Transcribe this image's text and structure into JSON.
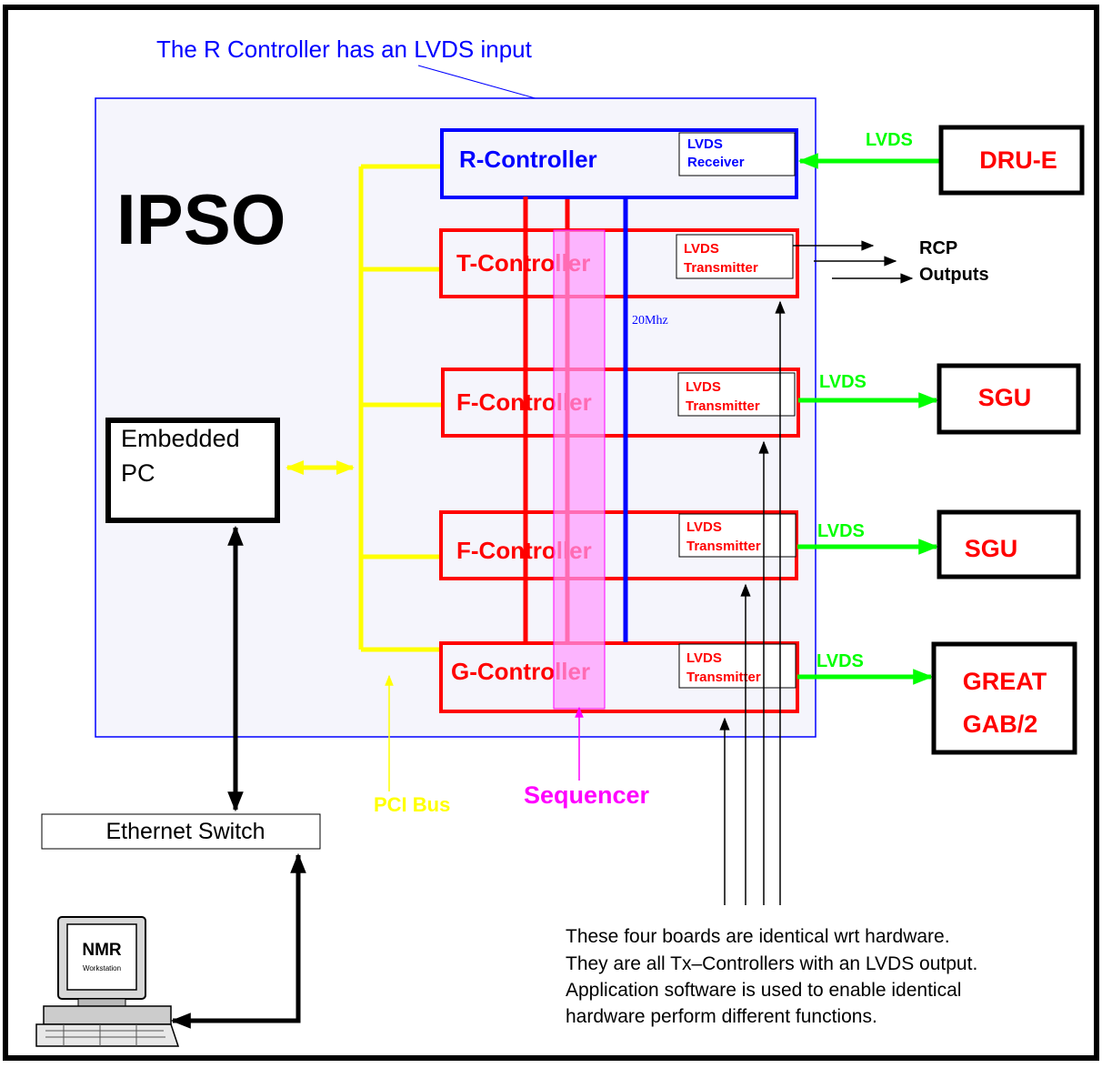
{
  "colors": {
    "frame": "#000000",
    "ipso_bg": "#f5f5fc",
    "ipso_border": "#0000ff",
    "r_controller": "#0000ff",
    "tx_controller": "#ff0000",
    "pci_bus": "#ffff00",
    "sequencer_fill": "#ffb0ff",
    "sequencer_label": "#ff00ff",
    "lvds_link": "#00ff00",
    "annotation_blue": "#0000ff"
  },
  "annotation_top": "The R Controller has an LVDS input",
  "ipso_label": "IPSO",
  "controllers": [
    {
      "label": "R-Controller",
      "sub_line1": "LVDS",
      "sub_line2": "Receiver"
    },
    {
      "label": "T-Controller",
      "sub_line1": "LVDS",
      "sub_line2": "Transmitter"
    },
    {
      "label": "F-Controller",
      "sub_line1": "LVDS",
      "sub_line2": "Transmitter"
    },
    {
      "label": "F-Controller",
      "sub_line1": "LVDS",
      "sub_line2": "Transmitter"
    },
    {
      "label": "G-Controller",
      "sub_line1": "LVDS",
      "sub_line2": "Transmitter"
    }
  ],
  "freq_label": "20Mhz",
  "embedded_pc": {
    "line1": "Embedded",
    "line2": "PC"
  },
  "pci_bus_label": "PCI Bus",
  "sequencer_label": "Sequencer",
  "ethernet_switch_label": "Ethernet Switch",
  "workstation": {
    "brand": "NMR",
    "sub": "Workstation"
  },
  "rcp_outputs": {
    "line1": "RCP",
    "line2": "Outputs"
  },
  "lvds_links": [
    "LVDS",
    "LVDS",
    "LVDS",
    "LVDS"
  ],
  "external_devices": [
    {
      "label": "DRU-E"
    },
    {
      "label": "SGU"
    },
    {
      "label": "SGU"
    },
    {
      "label": "GREAT",
      "label2": "GAB/2"
    }
  ],
  "note_lines": [
    "These four boards are identical wrt hardware.",
    "They are all Tx–Controllers with an LVDS output.",
    "Application software is used to enable identical",
    "hardware perform different functions."
  ]
}
